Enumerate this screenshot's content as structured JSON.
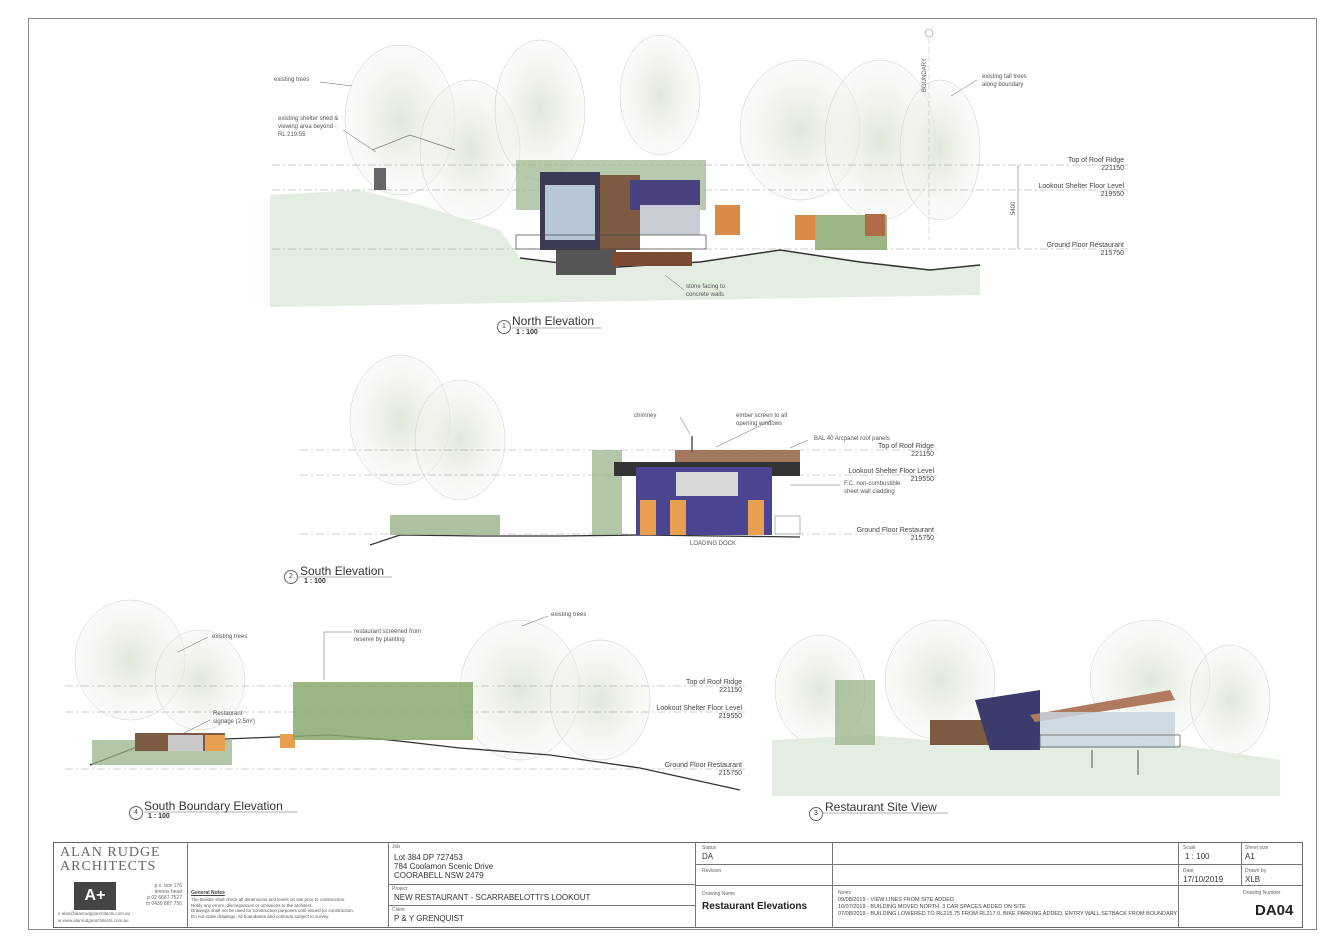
{
  "north_elevation": {
    "number": "1",
    "title": "North Elevation",
    "scale": "1 : 100",
    "labels": {
      "existing_trees": "existing trees",
      "shelter_shed_1": "existing shelter shed &",
      "shelter_shed_2": "viewing area beyond -",
      "shelter_shed_3": "RL 219.55",
      "boundary": "BOUNDARY",
      "tall_trees_1": "existing tall trees",
      "tall_trees_2": "along boundary",
      "stone_1": "stone facing to",
      "stone_2": "concrete walls",
      "dimension": "5400"
    }
  },
  "south_elevation": {
    "number": "2",
    "title": "South Elevation",
    "scale": "1 : 100",
    "labels": {
      "chimney": "chimney",
      "ember_1": "ember screen to all",
      "ember_2": "opening windows",
      "bal": "BAL 40 Arcpanel roof panels",
      "fc_1": "F.C. non-combustible",
      "fc_2": "sheet wall cladding",
      "loading_dock": "LOADING DOCK"
    }
  },
  "south_boundary_elevation": {
    "number": "4",
    "title": "South Boundary Elevation",
    "scale": "1 : 100",
    "labels": {
      "existing_trees_left": "existing trees",
      "existing_trees_right": "existing trees",
      "screened_1": "restaurant screened from",
      "screened_2": "reserve by planting",
      "signage_1": "Restaurant",
      "signage_2": "signage (2.5m²)"
    }
  },
  "site_view": {
    "number": "3",
    "title": "Restaurant Site View"
  },
  "levels": {
    "roof_ridge": "Top of Roof Ridge",
    "roof_ridge_rl": "221150",
    "lookout": "Lookout Shelter Floor Level",
    "lookout_rl": "219550",
    "ground": "Ground Floor Restaurant",
    "ground_rl": "215750"
  },
  "title_block": {
    "firm_line1": "ALAN RUDGE",
    "firm_line2": "ARCHITECTS",
    "firm_address": [
      "p.o. box 176",
      "lennox head",
      "p 02 6687 7527",
      "m 0439 887 756"
    ],
    "firm_email": "e alan@alanrudgearchitects.com.au",
    "firm_web": "w www.alanrudgearchitects.com.au",
    "general_notes_title": "General Notes",
    "general_notes": [
      "The Builder shall check all dimensions and levels on site prior to construction.",
      "Notify any errors, discrepancies or omissions to the architect.",
      "Drawings shall not be used for construction purposes until issued for construction.",
      "Do not scale drawings. All boundaries and contours subject to survey."
    ],
    "job_label": "Job",
    "job_lines": [
      "Lot 384 DP 727453",
      "784 Coolamon Scenic Drive",
      "COORABELL NSW 2479"
    ],
    "project_label": "Project",
    "project": "NEW RESTAURANT - SCARRABELOTTI'S LOOKOUT",
    "client_label": "Client",
    "client": "P & Y GRENQUIST",
    "status_label": "Status",
    "status": "DA",
    "revision_label": "Revision",
    "drawing_name_label": "Drawing Name",
    "drawing_name": "Restaurant Elevations",
    "notes_label": "Notes",
    "notes": [
      "09/08/2019 - VIEW LINES FROM SITE ADDED",
      "10/07/2019 - BUILDING MOVED NORTH, 3 CAR SPACES ADDED ON SITE",
      "07/08/2019 - BUILDING LOWERED TO RL215.75 FROM RL217.0, BIKE PARKING ADDED, ENTRY WALL SETBACK FROM BOUNDARY"
    ],
    "scale_label": "Scale",
    "scale": "1 : 100",
    "sheet_size_label": "Sheet size",
    "sheet_size": "A1",
    "date_label": "Date",
    "date": "17/10/2019",
    "drawn_by_label": "Drawn by",
    "drawn_by": "XLB",
    "drawing_number_label": "Drawing Number",
    "drawing_number": "DA04"
  }
}
